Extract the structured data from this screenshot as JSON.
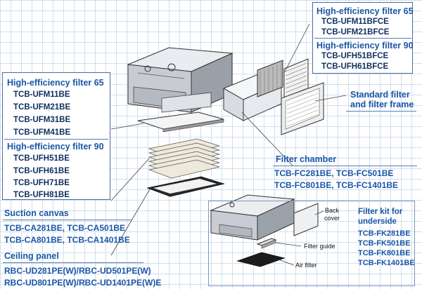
{
  "left_panel": {
    "group1": {
      "title": "High-efficiency filter 65",
      "models": [
        "TCB-UFM11BE",
        "TCB-UFM21BE",
        "TCB-UFM31BE",
        "TCB-UFM41BE"
      ]
    },
    "group2": {
      "title": "High-efficiency filter 90",
      "models": [
        "TCB-UFH51BE",
        "TCB-UFH61BE",
        "TCB-UFH71BE",
        "TCB-UFH81BE"
      ]
    }
  },
  "top_right_panel": {
    "group1": {
      "title": "High-efficiency filter 65",
      "models": [
        "TCB-UFM11BFCE",
        "TCB-UFM21BFCE"
      ]
    },
    "group2": {
      "title": "High-efficiency filter 90",
      "models": [
        "TCB-UFH51BFCE",
        "TCB-UFH61BFCE"
      ]
    }
  },
  "standard_filter": {
    "line1": "Standard filter",
    "line2": "and filter frame"
  },
  "filter_chamber": {
    "title": "Filter chamber",
    "models_line1": "TCB-FC281BE, TCB-FC501BE",
    "models_line2": "TCB-FC801BE, TCB-FC1401BE"
  },
  "suction_canvas": {
    "title": "Suction canvas",
    "models_line1": "TCB-CA281BE, TCB-CA501BE",
    "models_line2": "TCB-CA801BE, TCB-CA1401BE"
  },
  "ceiling_panel": {
    "title": "Ceiling panel",
    "models_line1": "RBC-UD281PE(W)/RBC-UD501PE(W)",
    "models_line2": "RBC-UD801PE(W)/RBC-UD1401PE(W)E"
  },
  "filter_kit": {
    "title_line1": "Filter kit for",
    "title_line2": "underside",
    "models": [
      "TCB-FK281BE",
      "TCB-FK501BE",
      "TCB-FK801BE",
      "TCB-FK1401BE"
    ]
  },
  "parts": {
    "back_cover_line1": "Back",
    "back_cover_line2": "cover",
    "filter_guide": "Filter guide",
    "air_filter": "Air filter"
  }
}
